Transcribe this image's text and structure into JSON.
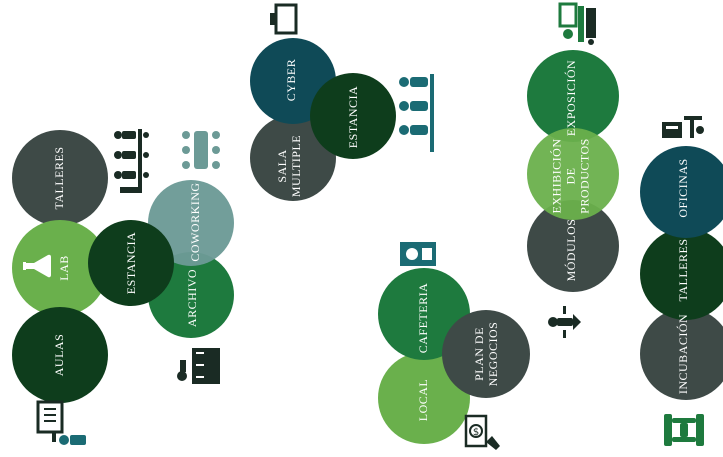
{
  "colors": {
    "grey": "#3e4a47",
    "light_green": "#6ab04c",
    "mid_green": "#1e7a3e",
    "dark_green": "#0e3d1c",
    "navy": "#0f4a57",
    "teal_grey": "#6c9a96",
    "icon_dark": "#1a2b24",
    "icon_teal": "#1b6b74",
    "icon_green": "#1e7a3e"
  },
  "cluster_academico": {
    "talleres": "TALLERES",
    "lab": "LAB",
    "aulas": "AULAS",
    "estancia": "ESTANCIA",
    "coworking": "COWORKING",
    "archivo": "ARCHIVO"
  },
  "cluster_social": {
    "cyber": "CYBER",
    "sala_multiple": "SALA\nMULTIPLE",
    "estancia": "ESTANCIA"
  },
  "cluster_comercial": {
    "cafeteria": "CAFETERIA",
    "local": "LOCAL",
    "plan_de_negocios": "PLAN DE\nNEGOCIOS"
  },
  "cluster_exposicion": {
    "exposicion": "EXPOSICIÓN",
    "exhibicion": "EXHIBICIÓN\nDE\nPRODUCTOS",
    "modulos": "MÓDULOS"
  },
  "cluster_empresas": {
    "oficinas": "OFICINAS",
    "talleres": "TALLERES",
    "incubacion": "INCUBACIÓN"
  },
  "icons": [
    "group-meeting-icon",
    "conference-table-icon",
    "lab-flask-icon",
    "file-cabinet-icon",
    "presentation-board-icon",
    "monitor-icon",
    "audience-icon",
    "coffee-machine-icon",
    "money-hand-icon",
    "exhibition-stand-icon",
    "people-flow-icon",
    "office-desk-icon",
    "handshake-icon"
  ]
}
